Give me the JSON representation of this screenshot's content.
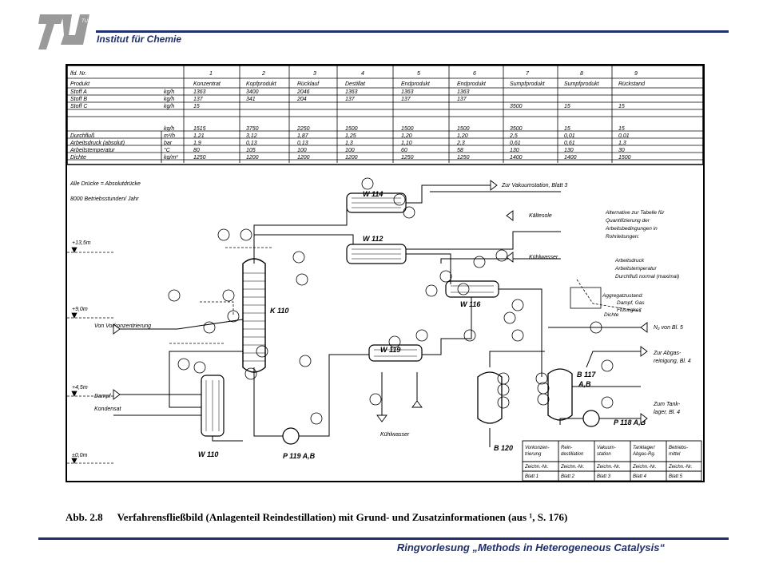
{
  "header": {
    "institute": "Institut für Chemie",
    "logo_text": "TU"
  },
  "footer": {
    "text": "Ringvorlesung „Methods in Heterogeneous Catalysis“"
  },
  "caption": {
    "number": "Abb. 2.8",
    "text": "Verfahrensfließbild (Anlagenteil Reindestillation) mit Grund- und Zusatzinformationen (aus ¹, S. 176)"
  },
  "table": {
    "row_labels": [
      "lfd. Nr.",
      "Produkt",
      "Stoff A",
      "Stoff B",
      "Stoff C",
      "Durchfluß",
      "Arbeitsdruck (absolut)",
      "Arbeitstemperatur",
      "Dichte"
    ],
    "units": [
      "",
      "",
      "kg/h",
      "kg/h",
      "kg/h",
      "kg/h",
      "m³/h",
      "bar",
      "°C",
      "kg/m³"
    ],
    "columns": [
      {
        "nr": "1",
        "produkt": "Konzentrat",
        "a": "1363",
        "b": "137",
        "c": "15",
        "kgh": "1515",
        "m3h": "1,21",
        "bar": "1,9",
        "t": "80",
        "rho": "1250"
      },
      {
        "nr": "2",
        "produkt": "Kopfprodukt",
        "a": "3400",
        "b": "341",
        "c": "",
        "kgh": "3750",
        "m3h": "3,12",
        "bar": "0,13",
        "t": "105",
        "rho": "1200"
      },
      {
        "nr": "3",
        "produkt": "Rücklauf",
        "a": "2046",
        "b": "204",
        "c": "",
        "kgh": "2250",
        "m3h": "1,87",
        "bar": "0,13",
        "t": "100",
        "rho": "1200"
      },
      {
        "nr": "4",
        "produkt": "Destillat",
        "a": "1363",
        "b": "137",
        "c": "",
        "kgh": "1500",
        "m3h": "1,25",
        "bar": "1,3",
        "t": "100",
        "rho": "1200"
      },
      {
        "nr": "5",
        "produkt": "Endprodukt",
        "a": "1363",
        "b": "137",
        "c": "",
        "kgh": "1500",
        "m3h": "1,20",
        "bar": "1,10",
        "t": "60",
        "rho": "1250"
      },
      {
        "nr": "6",
        "produkt": "Endprodukt",
        "a": "1363",
        "b": "137",
        "c": "",
        "kgh": "1500",
        "m3h": "1,20",
        "bar": "2,3",
        "t": "58",
        "rho": "1250"
      },
      {
        "nr": "7",
        "produkt": "Sumpfprodukt",
        "a": "",
        "b": "",
        "c": "3500",
        "kgh": "3500",
        "m3h": "2,5",
        "bar": "0,61",
        "t": "130",
        "rho": "1400"
      },
      {
        "nr": "8",
        "produkt": "Sumpfprodukt",
        "a": "",
        "b": "",
        "c": "15",
        "kgh": "15",
        "m3h": "0,01",
        "bar": "0,61",
        "t": "130",
        "rho": "1400"
      },
      {
        "nr": "9",
        "produkt": "Rückstand",
        "a": "",
        "b": "",
        "c": "15",
        "kgh": "15",
        "m3h": "0,01",
        "bar": "1,3",
        "t": "30",
        "rho": "1500"
      }
    ]
  },
  "notes": {
    "line1": "Alle Drücke = Absolutdrücke",
    "line2": "8000 Betriebsstunden/ Jahr"
  },
  "levels": [
    "+13,5m",
    "+9,0m",
    "+4,5m",
    "±0,0m"
  ],
  "equipment": {
    "w114": "W 114",
    "w112": "W 112",
    "w116": "W 116",
    "w119": "W 119",
    "w110": "W 110",
    "k110": "K 110",
    "b117": "B 117",
    "b117ab": "A,B",
    "b120": "B 120",
    "p119": "P 119 A,B",
    "p118": "P 118 A,B"
  },
  "streams": {
    "vakuum": "Zur Vakuumstation, Blatt 3",
    "kaeltesole": "Kältesole",
    "kuehlwasser1": "Kühlwasser",
    "kuehlwasser2": "Kühlwasser",
    "vorkonz": "Von Vorkonzentrierung",
    "dampf": "Dampf",
    "kondensat": "Kondensat",
    "n2": "N₂ von Bl. 5",
    "abgas1": "Zur Abgas-",
    "abgas2": "reinigung, Bl. 4",
    "tank1": "Zum Tank-",
    "tank2": "lager, Bl. 4"
  },
  "legend": {
    "l1": "Alternative zur Tabelle für",
    "l2": "Quantifizierung der",
    "l3": "Arbeitsbedingungen in",
    "l4": "Rohrleitungen:",
    "arbeitsdruck": "Arbeitsdruck",
    "arbeitstemp": "Arbeitstemperatur",
    "durchfluss": "Durchfluß normal (maximal)",
    "aggregat": "Aggregatzustand:",
    "dampfgas": "Dampf, Gas",
    "fluessig": "Flüssigkeit",
    "dichte": "Dichte"
  },
  "bottom_table": {
    "areas": [
      "Vorkonzen- trierung",
      "Rein- destillation",
      "Vakuum- station",
      "Tanklager/ Abgas-Rg.",
      "Betriebs- mittel"
    ],
    "zeichn": "Zeichn.-Nr.",
    "blatt": [
      "Blatt 1",
      "Blatt 2",
      "Blatt 3",
      "Blatt 4",
      "Blatt 5"
    ]
  },
  "colors": {
    "brand": "#1f2f6b",
    "ink": "#000000"
  }
}
